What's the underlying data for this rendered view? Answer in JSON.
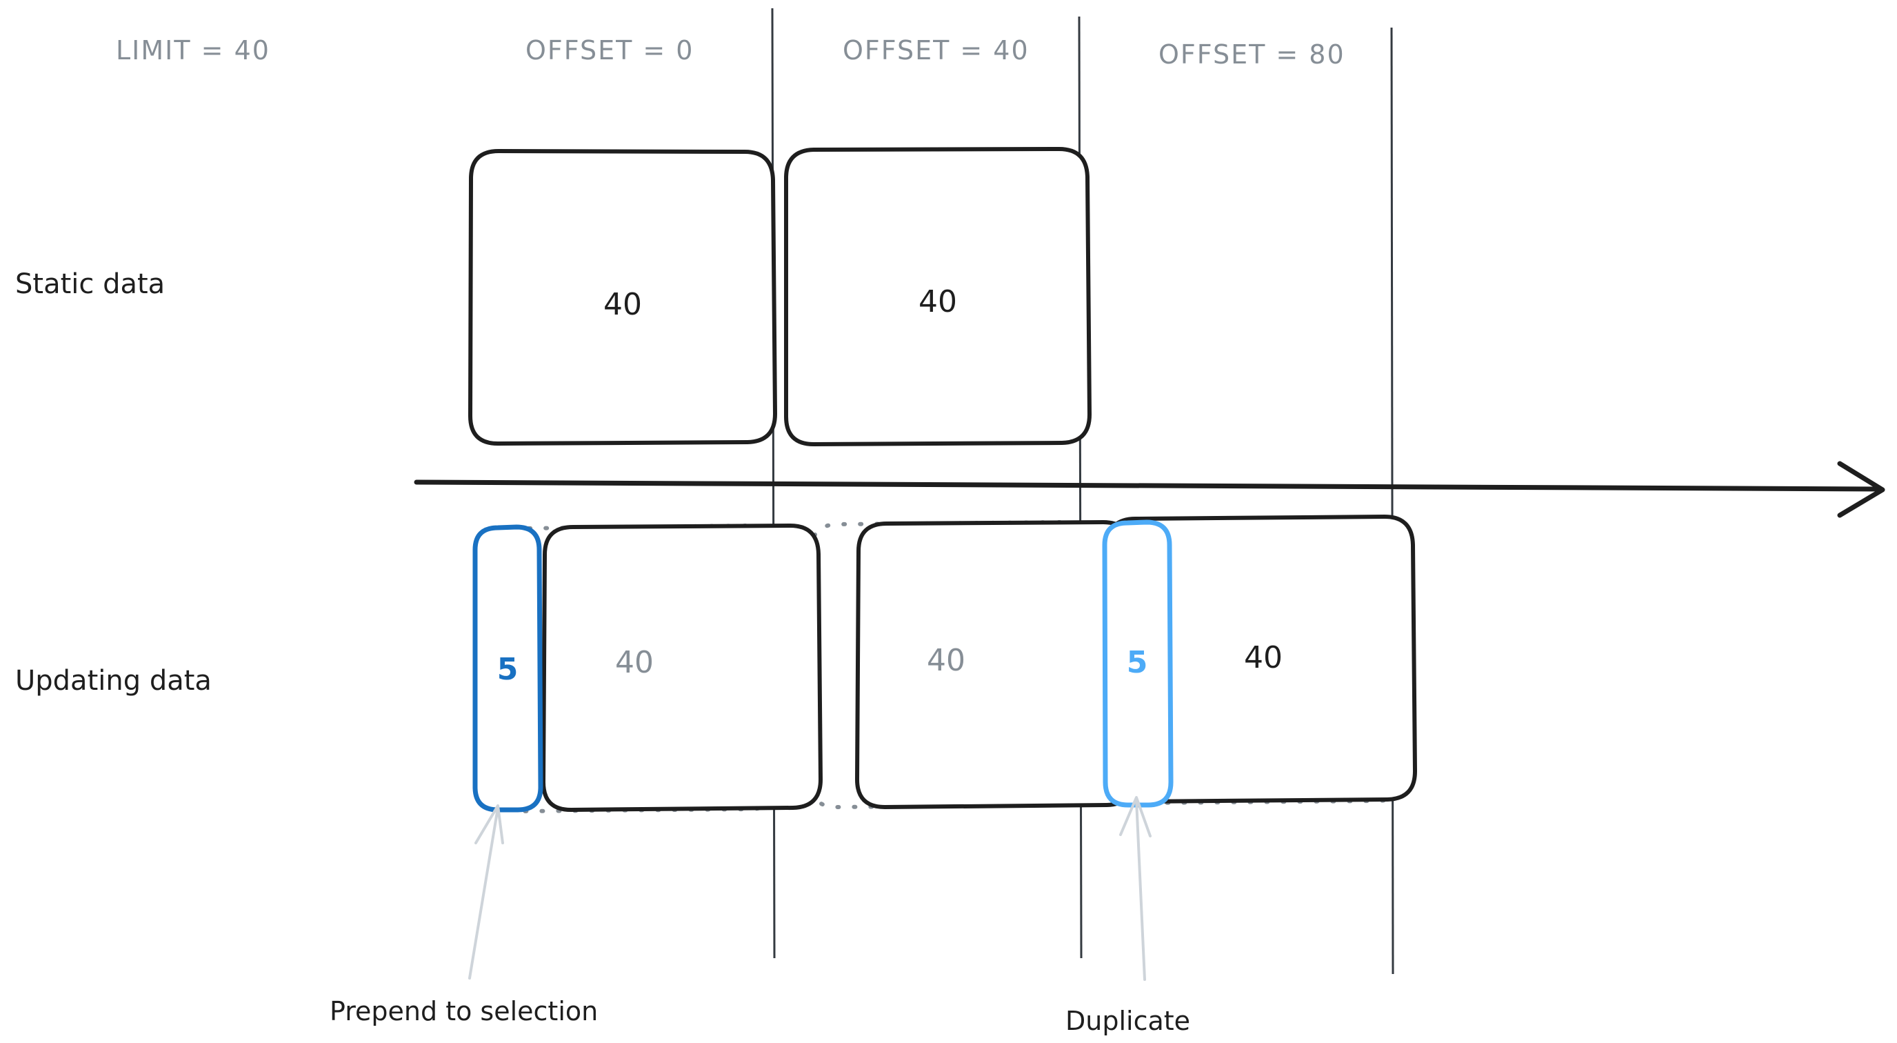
{
  "diagram": {
    "title_labels": {
      "limit": "LIMIT = 40",
      "offsets": [
        "OFFSET = 0",
        "OFFSET = 40",
        "OFFSET = 80"
      ]
    },
    "row_labels": {
      "static": "Static data",
      "updating": "Updating data"
    },
    "annotations": {
      "prepend": "Prepend to selection",
      "duplicate": "Duplicate"
    },
    "static_row": {
      "pages": [
        {
          "value": "40"
        },
        {
          "value": "40"
        }
      ]
    },
    "updating_row": {
      "prepended_chunk": {
        "value": "5"
      },
      "duplicate_chunk": {
        "value": "5"
      },
      "pages": [
        {
          "value": "40",
          "tone": "gray"
        },
        {
          "value": "40",
          "tone": "gray"
        },
        {
          "value": "40",
          "tone": "black"
        }
      ]
    },
    "colors": {
      "ink": "#1e1e1e",
      "muted": "#868e96",
      "blue_dark": "#1971c2",
      "blue_light": "#4dabf7",
      "ghost": "#adb5bd",
      "arrow_anno": "#ced4da"
    }
  }
}
